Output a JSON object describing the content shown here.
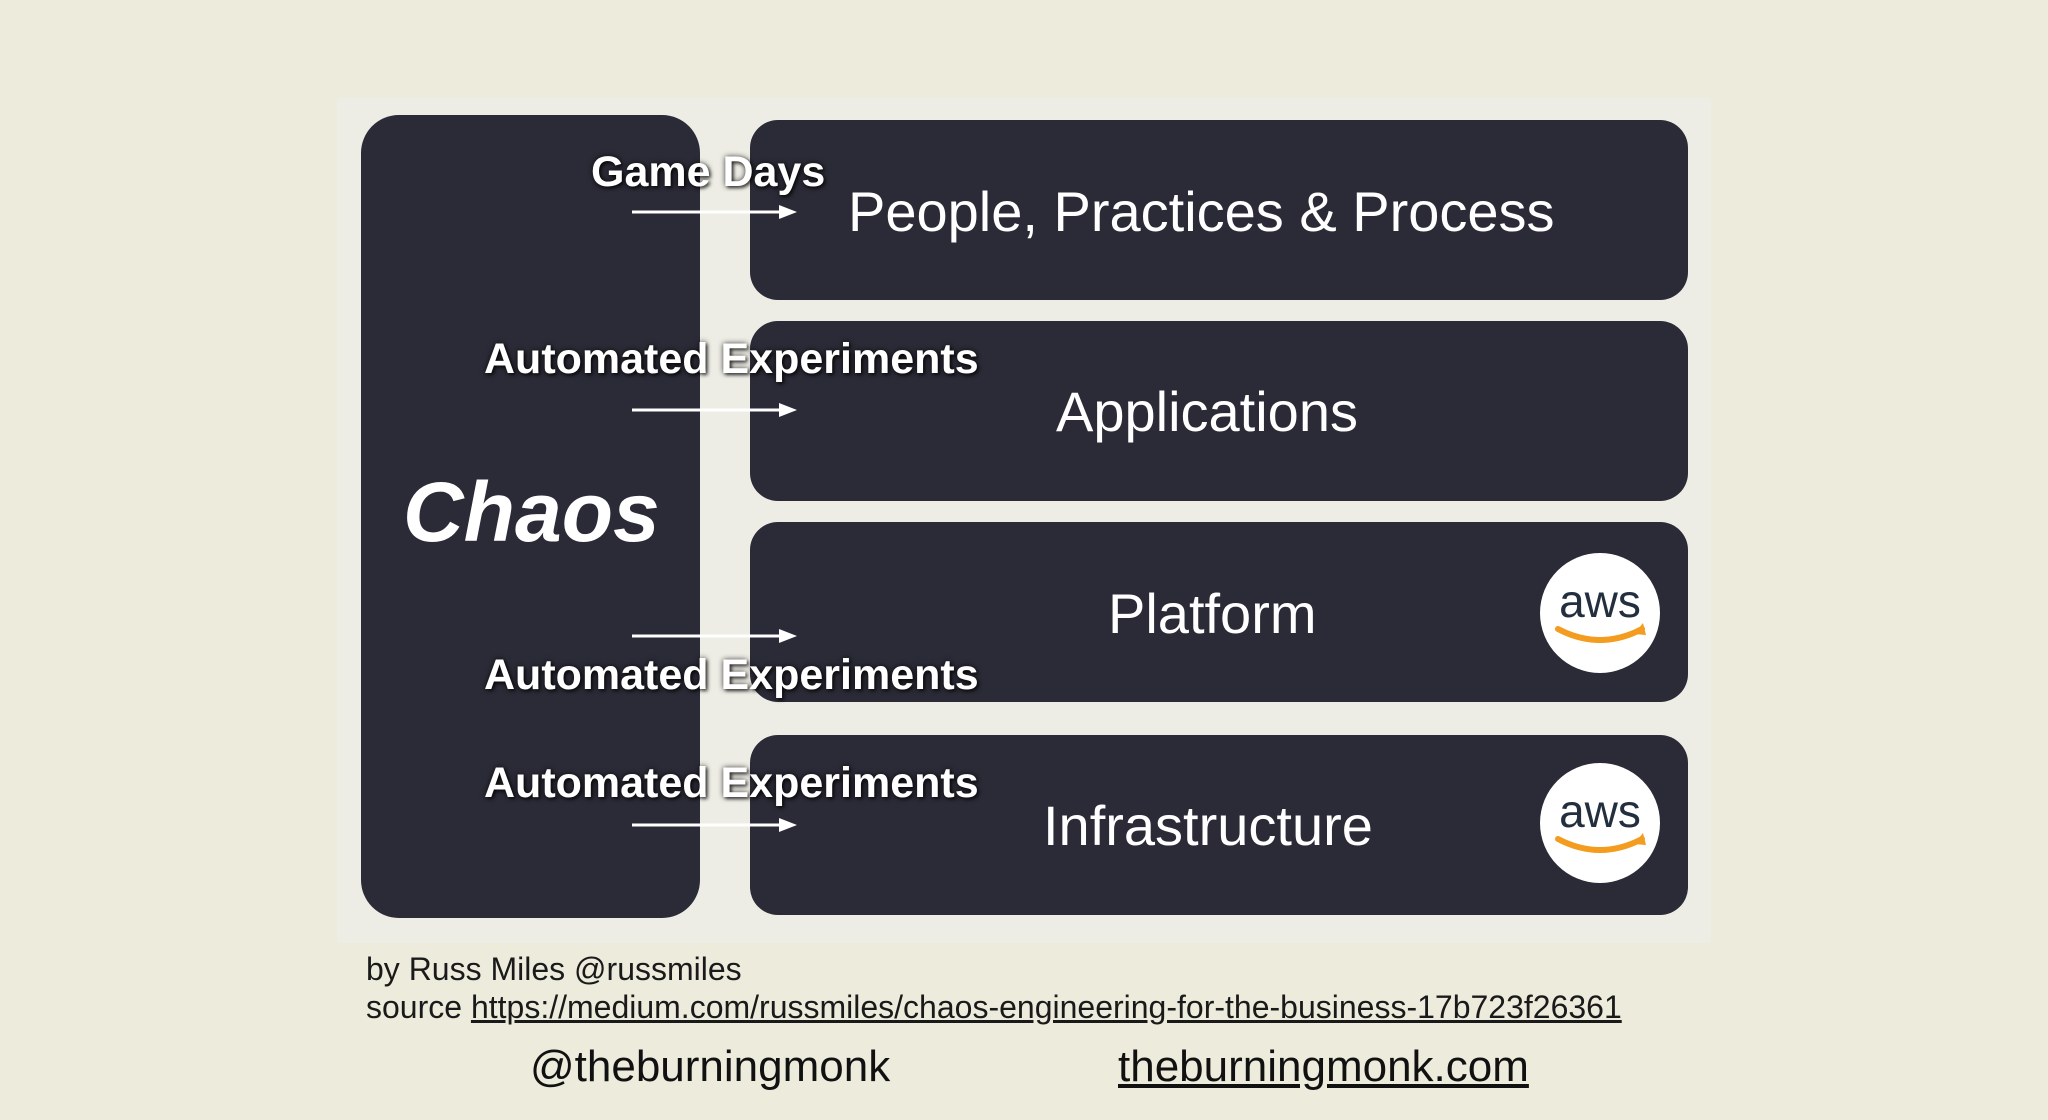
{
  "diagram": {
    "chaos_label": "Chaos",
    "layers": [
      {
        "label": "People, Practices & Process",
        "arrow_label": "Game Days",
        "aws_logo": false
      },
      {
        "label": "Applications",
        "arrow_label": "Automated Experiments",
        "aws_logo": false
      },
      {
        "label": "Platform",
        "arrow_label": "Automated Experiments",
        "aws_logo": true
      },
      {
        "label": "Infrastructure",
        "arrow_label": "Automated Experiments",
        "aws_logo": true
      }
    ],
    "aws_logo_text": "aws"
  },
  "credit": {
    "author": "by Russ Miles  @russmiles",
    "source_prefix": "source",
    "source_url": "https://medium.com/russmiles/chaos-engineering-for-the-business-17b723f26361"
  },
  "branding": {
    "handle": "@theburningmonk",
    "site": "theburningmonk.com"
  },
  "colors": {
    "background": "#ecebdc",
    "box": "#2b2b37",
    "text_light": "#ffffff",
    "aws_orange": "#f39c1f",
    "aws_text": "#232f3e"
  }
}
